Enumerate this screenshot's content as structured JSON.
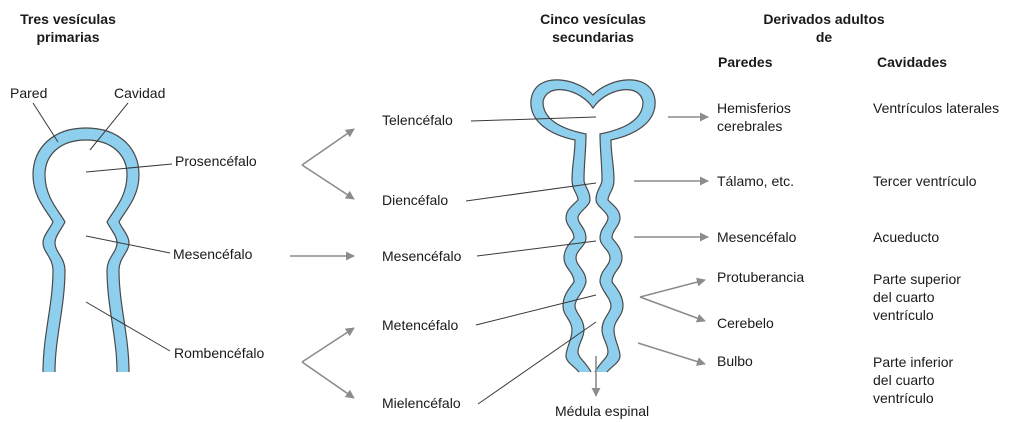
{
  "headers": {
    "primary_line1": "Tres vesículas",
    "primary_line2": "primarias",
    "secondary_line1": "Cinco vesículas",
    "secondary_line2": "secundarias",
    "adult_line1": "Derivados adultos",
    "adult_line2": "de",
    "walls": "Paredes",
    "cavities": "Cavidades"
  },
  "primary_labels": {
    "pared": "Pared",
    "cavidad": "Cavidad",
    "prosencefalo": "Prosencéfalo",
    "mesencefalo": "Mesencéfalo",
    "rombencefalo": "Rombencéfalo"
  },
  "secondary_labels": {
    "telencefalo": "Telencéfalo",
    "diencefalo": "Diencéfalo",
    "mesencefalo": "Mesencéfalo",
    "metencefalo": "Metencéfalo",
    "mielencefalo": "Mielencéfalo",
    "medula": "Médula espinal"
  },
  "walls": {
    "hemisferios_1": "Hemisferios",
    "hemisferios_2": "cerebrales",
    "talamo": "Tálamo, etc.",
    "mesencefalo": "Mesencéfalo",
    "protuberancia": "Protuberancia",
    "cerebelo": "Cerebelo",
    "bulbo": "Bulbo"
  },
  "cavities": {
    "ventriculos": "Ventrículos laterales",
    "tercer": "Tercer ventrículo",
    "acueducto": "Acueducto",
    "superior_1": "Parte superior",
    "superior_2": "del cuarto",
    "superior_3": "ventrículo",
    "inferior_1": "Parte inferior",
    "inferior_2": "del cuarto",
    "inferior_3": "ventrículo"
  },
  "colors": {
    "tube_fill": "#8ecfee",
    "tube_outline": "#4a4a4a",
    "arrow": "#8c8c8c",
    "leader": "#3a3a3a"
  }
}
